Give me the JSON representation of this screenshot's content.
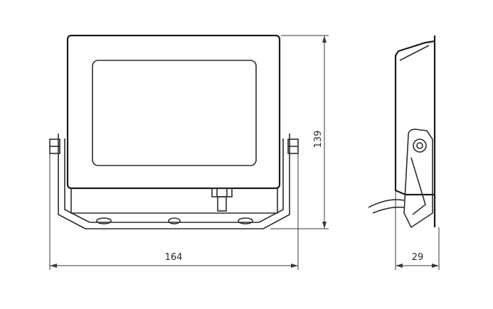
{
  "dimensions": {
    "width": "164",
    "height": "139",
    "depth": "29"
  }
}
